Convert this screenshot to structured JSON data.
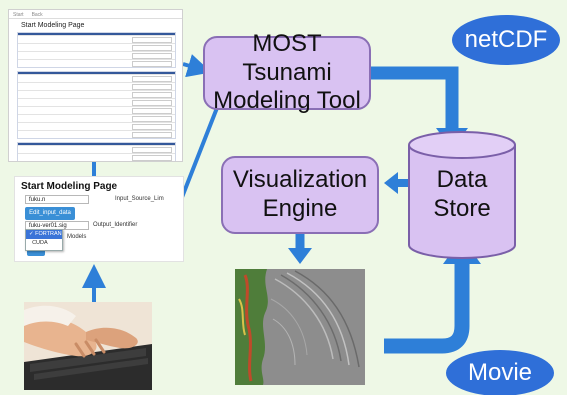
{
  "boxes": {
    "most_line1": "MOST Tsunami",
    "most_line2": "Modeling Tool",
    "viz_line1": "Visualization",
    "viz_line2": "Engine",
    "store_line1": "Data",
    "store_line2": "Store"
  },
  "bubbles": {
    "netcdf": "netCDF",
    "movie": "Movie"
  },
  "screenshot_top": {
    "nav": [
      "Start",
      "Back"
    ],
    "title": "Start Modeling Page"
  },
  "start_page": {
    "title": "Start Modeling Page",
    "input_value": "fuku.n",
    "input_label": "Input_Source_Lim",
    "edit_button": "Edit_input_data",
    "output_value": "fuku-ver01.sig",
    "output_label": "Output_Identifier",
    "model_options": [
      "FORTRAN",
      "CUDA"
    ],
    "selected_option": "FORTRAN",
    "models_label": "Models"
  },
  "colors": {
    "box_fill": "#d9c2f2",
    "box_border": "#8a6fb5",
    "arrow": "#2e7fd8",
    "bubble": "#2f6fd8",
    "background": "#eef8e6"
  }
}
